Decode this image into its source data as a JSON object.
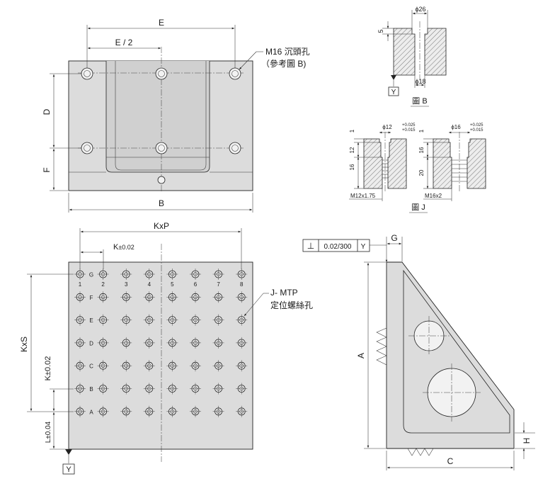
{
  "top_view": {
    "dim_e": "E",
    "dim_e_half": "E / 2",
    "dim_d": "D",
    "dim_f": "F",
    "dim_b": "B",
    "callout_line1": "M16 沉頭孔",
    "callout_line2": "（參考圖 B)"
  },
  "figure_b": {
    "dia_top": "ϕ26",
    "depth": "5",
    "dia_bottom": "ϕ18",
    "datum": "Y",
    "caption": "圖 B"
  },
  "figure_j": {
    "left": {
      "dia": "ϕ12",
      "tol_upper": "+0.025",
      "tol_lower": "+0.015",
      "dim_top": "1",
      "dim_mid": "12",
      "dim_bottom": "16",
      "thread": "M12x1.75"
    },
    "right": {
      "dia": "ϕ16",
      "tol_upper": "+0.025",
      "tol_lower": "+0.015",
      "dim_top": "1",
      "dim_mid": "16",
      "dim_bottom": "20",
      "thread": "M16x2"
    },
    "caption": "圖 J"
  },
  "front_view": {
    "dim_kxp": "KxP",
    "dim_k": "K",
    "dim_k_tol": "±0.02",
    "dim_kxs": "KxS",
    "dim_k_vertical": "K±0.02",
    "dim_l": "L±0.04",
    "datum": "Y",
    "callout_line1": "J- MTP",
    "callout_line2": "定位螺絲孔",
    "row_labels": [
      "G",
      "F",
      "E",
      "D",
      "C",
      "B",
      "A"
    ],
    "column_labels": [
      "1",
      "2",
      "3",
      "4",
      "5",
      "6",
      "7",
      "8"
    ]
  },
  "side_view": {
    "tolerance_symbol": "⊥",
    "tolerance_value": "0.02/300",
    "tolerance_datum": "Y",
    "dim_g": "G",
    "dim_a": "A",
    "dim_h": "H",
    "dim_c": "C"
  }
}
